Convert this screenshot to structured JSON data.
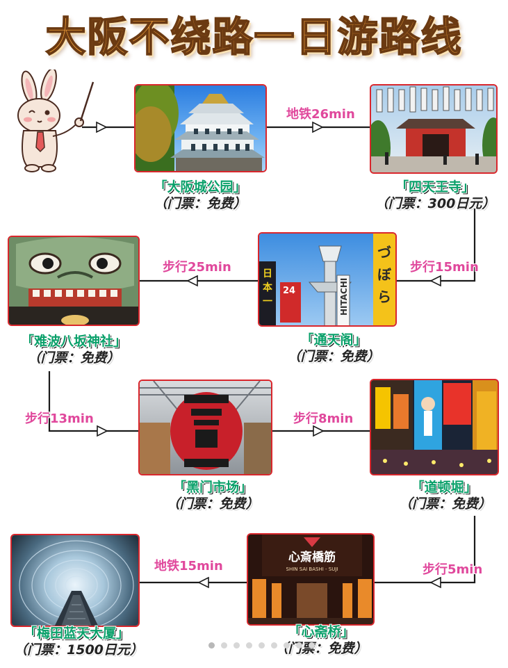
{
  "title": "大阪不绕路一日游路线",
  "stops": [
    {
      "id": "osaka-castle",
      "name": "「大阪城公园」",
      "ticket": "（门票：免费）"
    },
    {
      "id": "shitennoji",
      "name": "「四天王寺」",
      "ticket": "（门票：300日元）"
    },
    {
      "id": "tsutenkaku",
      "name": "「通天阁」",
      "ticket": "（门票：免费）"
    },
    {
      "id": "namba-yasaka",
      "name": "「难波八坂神社」",
      "ticket": "（门票：免费）"
    },
    {
      "id": "kuromon",
      "name": "「黑门市场」",
      "ticket": "（门票：免费）"
    },
    {
      "id": "dotonbori",
      "name": "「道顿堀」",
      "ticket": "（门票：免费）"
    },
    {
      "id": "shinsaibashi",
      "name": "「心斋桥」",
      "ticket": "（门票：免费）"
    },
    {
      "id": "umeda-sky",
      "name": "「梅田蓝天大厦」",
      "ticket": "（门票：1500日元）"
    }
  ],
  "legs": [
    {
      "text": "地铁26min"
    },
    {
      "text": "步行15min"
    },
    {
      "text": "步行25min"
    },
    {
      "text": "步行13min"
    },
    {
      "text": "步行8min"
    },
    {
      "text": "步行5min"
    },
    {
      "text": "地铁15min"
    }
  ],
  "photo_text": {
    "tsutenkaku_sign": "HITACHI",
    "tsutenkaku_sign2": "24",
    "shinsaibashi_sign": "心斎橋筋",
    "shinsaibashi_sub": "SHIN SAI BASHI - SUJI"
  },
  "colors": {
    "accent_red": "#d9262c",
    "stop_name": "#0aa06a",
    "leg_text": "#e0489c",
    "title_fill": "#f2a13a"
  },
  "icons": [
    "rabbit-teacher-icon",
    "arrowhead-icon"
  ],
  "carousel": {
    "count": 9,
    "active": 0
  }
}
